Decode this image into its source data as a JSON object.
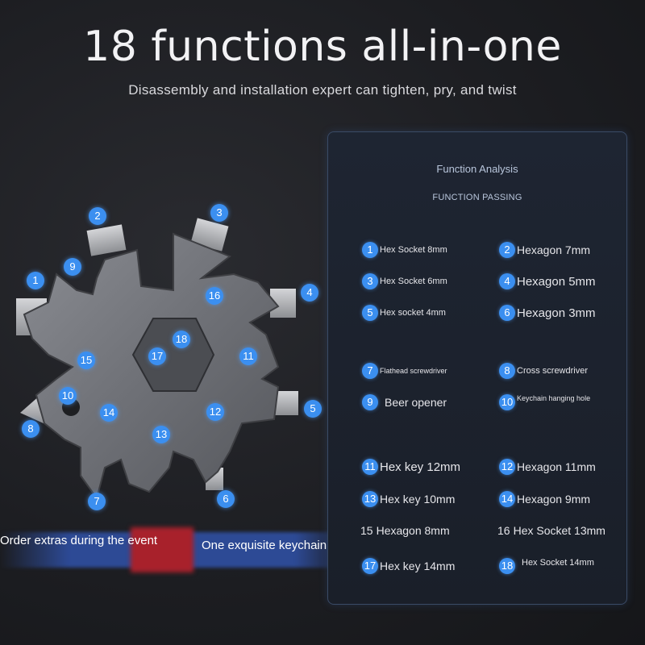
{
  "header": {
    "title": "18 functions all-in-one",
    "subtitle": "Disassembly and installation expert can tighten, pry, and twist"
  },
  "colors": {
    "accent": "#3b8ff0",
    "banner_red": "#a8212b",
    "banner_blue": "#3052aa"
  },
  "tool": {
    "callouts": [
      "1",
      "2",
      "3",
      "4",
      "5",
      "6",
      "7",
      "8",
      "9",
      "10",
      "11",
      "12",
      "13",
      "14",
      "15",
      "16",
      "17",
      "18"
    ]
  },
  "banner": {
    "left": "Order extras during the event",
    "right": "One exquisite keychain"
  },
  "panel": {
    "title": "Function Analysis",
    "subtitle": "FUNCTION PASSING",
    "items": [
      {
        "num": "1",
        "label": "Hex Socket 8mm"
      },
      {
        "num": "2",
        "label": "Hexagon 7mm"
      },
      {
        "num": "3",
        "label": "Hex Socket 6mm"
      },
      {
        "num": "4",
        "label": "Hexagon 5mm"
      },
      {
        "num": "5",
        "label": "Hex socket 4mm"
      },
      {
        "num": "6",
        "label": "Hexagon 3mm"
      },
      {
        "num": "7",
        "label": "Flathead screwdriver"
      },
      {
        "num": "8",
        "label": "Cross screwdriver"
      },
      {
        "num": "9",
        "label": "Beer opener"
      },
      {
        "num": "10",
        "label": "Keychain hanging hole"
      },
      {
        "num": "11",
        "label": "Hex key 12mm"
      },
      {
        "num": "12",
        "label": "Hexagon 11mm"
      },
      {
        "num": "13",
        "label": "Hex key 10mm"
      },
      {
        "num": "14",
        "label": "Hexagon 9mm"
      },
      {
        "num": "15",
        "label": "Hexagon 8mm"
      },
      {
        "num": "16",
        "label": "Hex Socket 13mm"
      },
      {
        "num": "17",
        "label": "Hex key 14mm"
      },
      {
        "num": "18",
        "label": "Hex Socket 14mm"
      }
    ]
  }
}
